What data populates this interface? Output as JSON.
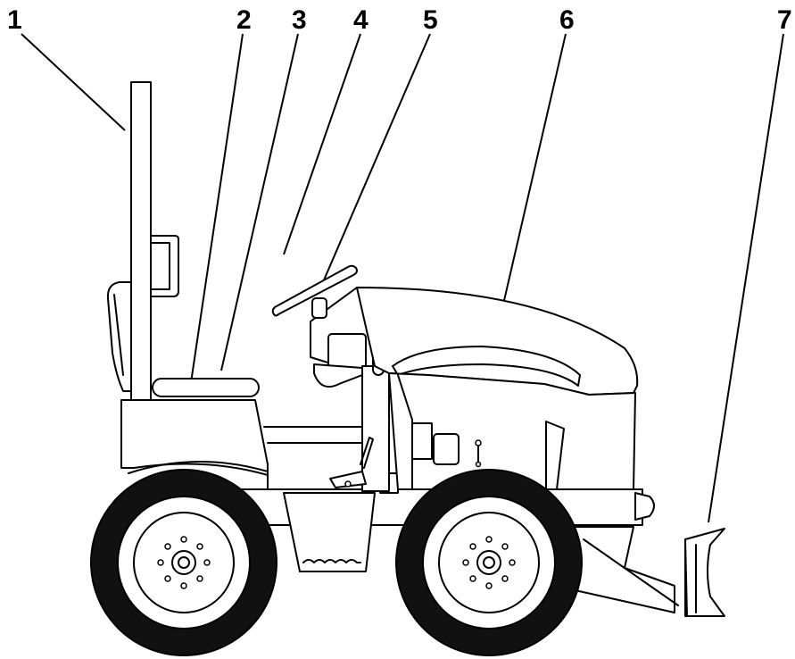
{
  "callouts": [
    {
      "id": "1",
      "label": "1"
    },
    {
      "id": "2",
      "label": "2"
    },
    {
      "id": "3",
      "label": "3"
    },
    {
      "id": "4",
      "label": "4"
    },
    {
      "id": "5",
      "label": "5"
    },
    {
      "id": "6",
      "label": "6"
    },
    {
      "id": "7",
      "label": "7"
    }
  ],
  "colors": {
    "line": "#000000",
    "fill": "#ffffff",
    "tire": "#111111"
  }
}
